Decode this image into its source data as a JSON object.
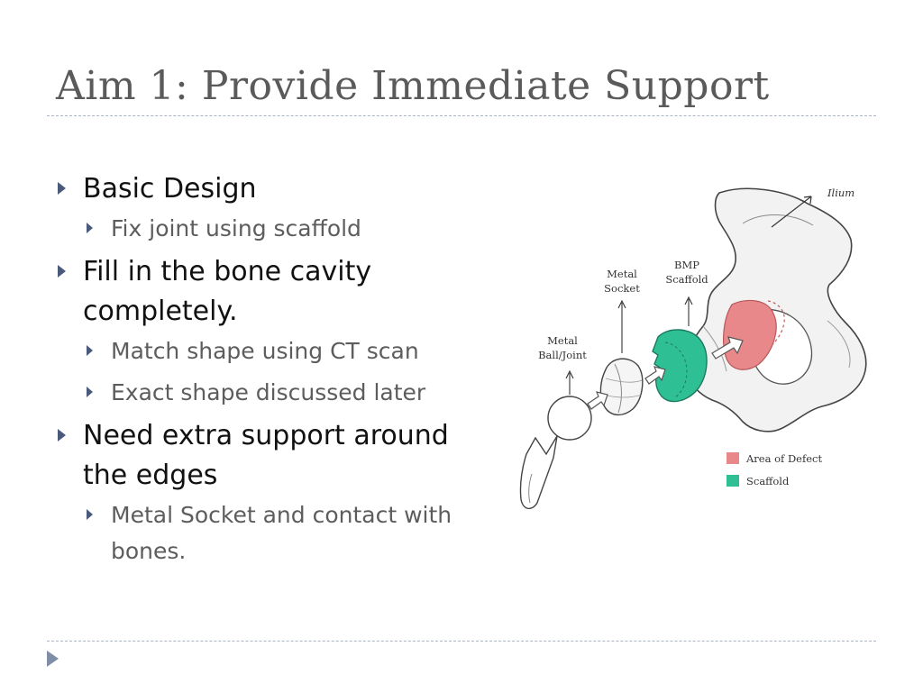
{
  "slide": {
    "title": "Aim 1: Provide Immediate Support",
    "bullets": [
      {
        "text": "Basic Design",
        "sub": [
          "Fix joint using scaffold"
        ]
      },
      {
        "text": "Fill in the bone cavity completely.",
        "sub": [
          "Match shape using CT scan",
          "Exact shape discussed later"
        ]
      },
      {
        "text": "Need extra support around the edges",
        "sub": [
          "Metal Socket and contact with bones."
        ]
      }
    ]
  },
  "figure": {
    "label_ilium": "Ilium",
    "label_metal_socket_1": "Metal",
    "label_metal_socket_2": "Socket",
    "label_bmp_1": "BMP",
    "label_bmp_2": "Scaffold",
    "label_ball_1": "Metal",
    "label_ball_2": "Ball/Joint",
    "legend": [
      {
        "label": "Area of Defect",
        "color": "#e8888a"
      },
      {
        "label": "Scaffold",
        "color": "#2fbf95"
      }
    ]
  },
  "colors": {
    "title": "#5a5a5a",
    "bullet_arrow": "#4a5a7a",
    "defect": "#e8888a",
    "scaffold": "#2fbf95"
  }
}
